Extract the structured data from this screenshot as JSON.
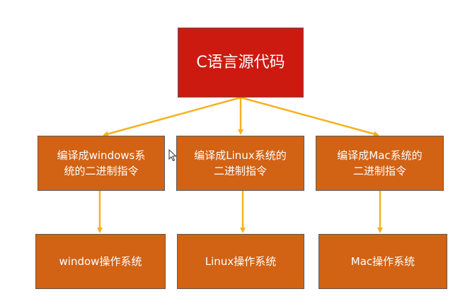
{
  "diagram": {
    "root": {
      "label": "C语言源代码"
    },
    "compile_nodes": [
      {
        "label": "编译成windows系\n统的二进制指令"
      },
      {
        "label": "编译成Linux系统的\n二进制指令"
      },
      {
        "label": "编译成Mac系统的\n二进制指令"
      }
    ],
    "os_nodes": [
      {
        "label": "window操作系统"
      },
      {
        "label": "Linux操作系统"
      },
      {
        "label": "Mac操作系统"
      }
    ]
  },
  "colors": {
    "root_fill": "#cc1a10",
    "node_fill": "#d26214",
    "arrow": "#f5b21e",
    "border": "#5b5b5b",
    "text": "#ffffff"
  }
}
